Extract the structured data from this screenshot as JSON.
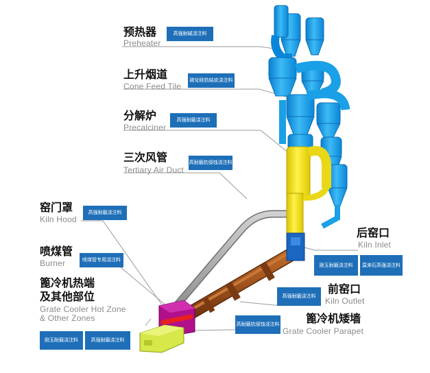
{
  "labels": {
    "preheater": {
      "zh": "预热器",
      "en": "Preheater",
      "tag": "高强耐碱浇注料"
    },
    "cone_feed_tile": {
      "zh": "上升烟道",
      "en": "Cone  Feed Tile",
      "tag": "碳化硅抗结皮浇注料"
    },
    "precalciner": {
      "zh": "分解炉",
      "en": "Precalciner",
      "tag": "高强耐磨浇注料"
    },
    "tertiary_air_duct": {
      "zh": "三次风管",
      "en": "Tertiary Air Duct",
      "tag": "高耐磨抗侵蚀浇注料"
    },
    "kiln_hood": {
      "zh": "窑门罩",
      "en": "Kiln Hood",
      "tag": "高强耐磨浇注料"
    },
    "burner": {
      "zh": "喷煤管",
      "en": "Burner",
      "tag": "喷煤管专用浇注料"
    },
    "grate_cooler_hot_zone": {
      "zh_line1": "篦冷机热端",
      "zh_line2": "及其他部位",
      "en_line1": "Grate Cooler Hot Zone",
      "en_line2": "& Other Zones",
      "tag1": "刚玉耐磨浇注料",
      "tag2": "高强耐磨浇注料"
    },
    "kiln_inlet": {
      "zh": "后窑口",
      "en": "Kiln Inlet",
      "tag1": "刚玉耐磨浇注料",
      "tag2": "莫来石高强浇注料"
    },
    "kiln_outlet": {
      "zh": "前窑口",
      "en": "Kiln Outlet",
      "tag": "高强耐磨浇注料"
    },
    "grate_cooler_parapet": {
      "zh": "篦冷机矮墙",
      "en": "Grate Cooler Parapet",
      "tag": "高耐磨抗侵蚀浇注料"
    }
  },
  "colors": {
    "preheater": "#1aa0e6",
    "precalciner": "#f0e020",
    "kiln": "#a0521e",
    "tertiary_duct": "#a8a8a8",
    "kiln_hood": "#b0108c",
    "burner": "#e82020",
    "grate_cooler": "#d6e84a",
    "kiln_inlet": "#1a66c0",
    "tag": "#1e6fb8"
  }
}
